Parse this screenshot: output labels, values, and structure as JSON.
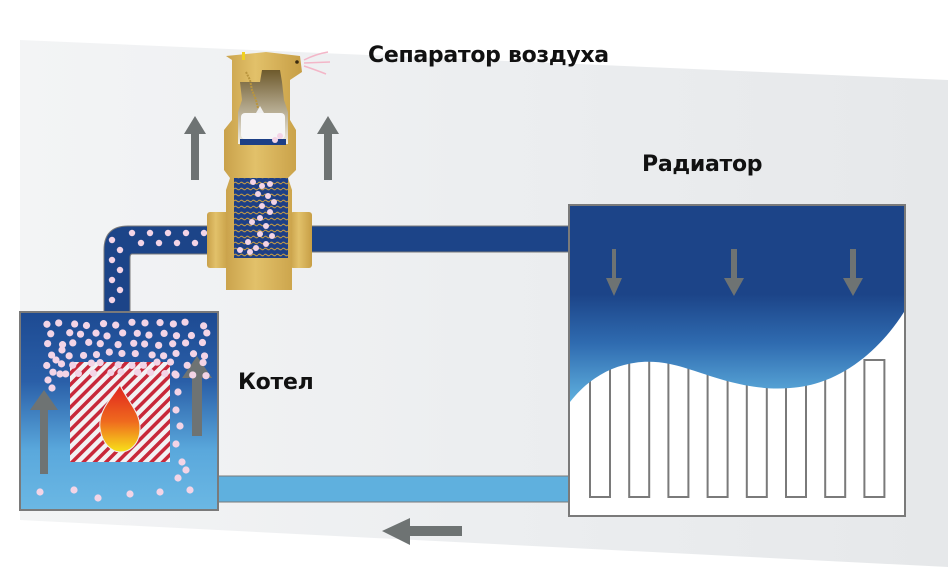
{
  "diagram": {
    "title": "Heating circuit with air separator",
    "labels": {
      "separator": "Сепаратор воздуха",
      "radiator": "Радиатор",
      "boiler": "Котел"
    },
    "components": [
      {
        "id": "boiler",
        "name": "Котел",
        "contains": [
          "flame-icon",
          "heat-exchanger",
          "air-bubbles",
          "up-arrows"
        ]
      },
      {
        "id": "separator",
        "name": "Сепаратор воздуха",
        "contains": [
          "float",
          "mesh",
          "air-vent",
          "air-bubbles",
          "up-arrows"
        ]
      },
      {
        "id": "radiator",
        "name": "Радиатор",
        "contains": [
          "hot-water-fill",
          "fins",
          "down-arrows"
        ]
      }
    ],
    "connections": [
      {
        "from": "boiler",
        "to": "separator",
        "type": "supply-pipe",
        "water": "hot",
        "has_bubbles": true
      },
      {
        "from": "separator",
        "to": "radiator",
        "type": "supply-pipe",
        "water": "hot",
        "has_bubbles": false
      },
      {
        "from": "radiator",
        "to": "boiler",
        "type": "return-pipe",
        "water": "cool",
        "flow_direction": "left"
      }
    ],
    "colors": {
      "hot_water": "#1c4488",
      "cool_water": "#5fb0de",
      "brass": "#d8b45a",
      "arrow": "#6e7373",
      "bubble": "#f3d4e6",
      "outline": "#7a7a7a",
      "background_panel": "#eceef0"
    }
  }
}
